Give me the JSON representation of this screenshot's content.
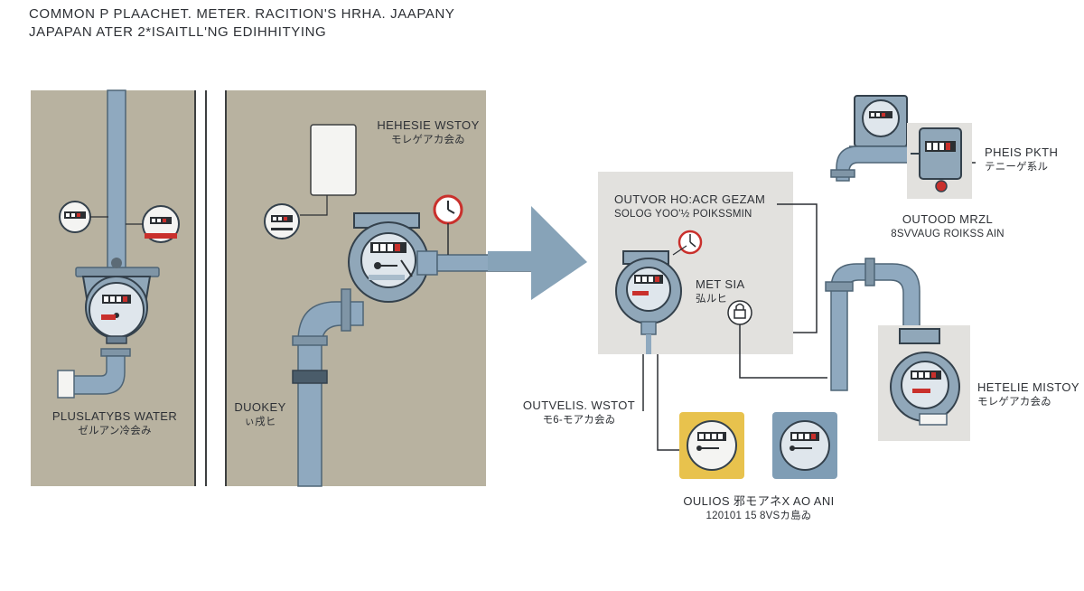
{
  "title": {
    "line1": "COMMON P PLAACHET. METER. RACITION'S HRHA. JAAPANY",
    "line2": "JAPAPAN ATER 2*ISAITLL'NG EDIHHITYING"
  },
  "labels": {
    "plustybs": {
      "main": "PLUSLATYBS WATER",
      "sub": "ゼルアン冷会み"
    },
    "duokey": {
      "main": "DUOKEY",
      "sub": "ぃ戌ヒ"
    },
    "hehesie": {
      "main": "HEHESIE WSTOY",
      "sub": "モレゲアカ会ゐ"
    },
    "outvor": {
      "main": "OUTVOR HO:ACR GEZAM",
      "sub": "SOLOG YOO'½ POIKSSMIN"
    },
    "metsia": {
      "main": "MET SIA",
      "sub": "弘ルヒ"
    },
    "outvelis": {
      "main": "OUTVELIS. WSTOT",
      "sub": "モ6-モアカ会ゐ"
    },
    "oulios": {
      "main": "OULIOS 邪モアネX AO ANI",
      "sub": "120101 15 8VSカ島ゐ"
    },
    "pheis": {
      "main": "PHEIS PKTH",
      "sub": "テニーゲ系ル"
    },
    "outood": {
      "main": "OUTOOD MRZL",
      "sub": "8SVVAUG ROIKSS AIN"
    },
    "hetelie": {
      "main": "HETELIE MISTOY",
      "sub": "モレゲアカ会ゐ"
    }
  },
  "colors": {
    "wall": "#b8b2a0",
    "pipe": "#8fa9bf",
    "pipe_stroke": "#4f6576",
    "arrow": "#87a3b8",
    "panel": "#e2e1de",
    "meter_blue": "#90a7b9",
    "card_yellow": "#e8c24d",
    "card_blue": "#7f9db5",
    "accent_red": "#c9302c"
  },
  "icons": [
    "water-meter-icon",
    "gauge-icon",
    "valve-icon",
    "flow-arrow-icon",
    "lock-icon"
  ]
}
